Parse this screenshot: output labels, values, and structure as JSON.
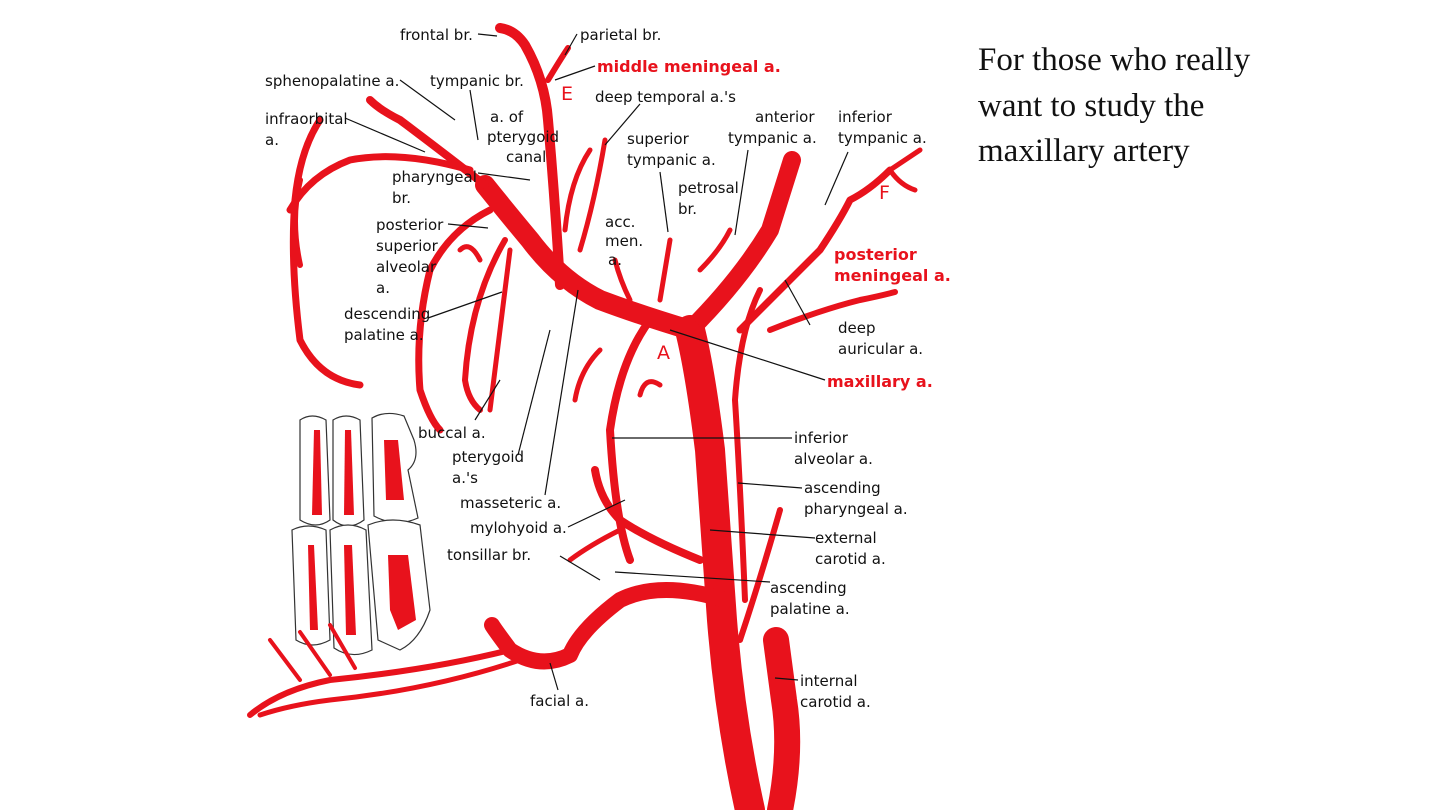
{
  "side_text": "For those who really want to study the maxillary artery",
  "colors": {
    "artery": "#e8121c",
    "label": "#111111",
    "background": "#ffffff"
  },
  "labels": {
    "frontal_br": "frontal br.",
    "parietal_br": "parietal br.",
    "middle_meningeal": "middle meningeal a.",
    "sphenopalatine": "sphenopalatine a.",
    "tympanic_br": "tympanic br.",
    "deep_temporal": "deep temporal a.'s",
    "infraorbital_1": "infraorbital",
    "infraorbital_2": "a.",
    "pterygoid_canal_1": "a. of",
    "pterygoid_canal_2": "pterygoid",
    "pterygoid_canal_3": "canal",
    "superior_tympanic_1": "superior",
    "superior_tympanic_2": "tympanic a.",
    "anterior_tympanic_1": "anterior",
    "anterior_tympanic_2": "tympanic a.",
    "inferior_tympanic_1": "inferior",
    "inferior_tympanic_2": "tympanic a.",
    "pharyngeal_br_1": "pharyngeal",
    "pharyngeal_br_2": "br.",
    "petrosal_br_1": "petrosal",
    "petrosal_br_2": "br.",
    "psa_1": "posterior",
    "psa_2": "superior",
    "psa_3": "alveolar",
    "psa_4": "a.",
    "acc_men_1": "acc.",
    "acc_men_2": "men.",
    "acc_men_3": "a.",
    "posterior_meningeal_1": "posterior",
    "posterior_meningeal_2": "meningeal a.",
    "descending_palatine_1": "descending",
    "descending_palatine_2": "palatine a.",
    "deep_auricular_1": "deep",
    "deep_auricular_2": "auricular a.",
    "maxillary": "maxillary a.",
    "buccal": "buccal a.",
    "pterygoid_1": "pterygoid",
    "pterygoid_2": "a.'s",
    "inferior_alveolar_1": "inferior",
    "inferior_alveolar_2": "alveolar a.",
    "masseteric": "masseteric a.",
    "ascending_pharyngeal_1": "ascending",
    "ascending_pharyngeal_2": "pharyngeal a.",
    "mylohyoid": "mylohyoid a.",
    "external_carotid_1": "external",
    "external_carotid_2": "carotid a.",
    "tonsillar": "tonsillar br.",
    "ascending_palatine_1": "ascending",
    "ascending_palatine_2": "palatine a.",
    "internal_carotid_1": "internal",
    "internal_carotid_2": "carotid a.",
    "facial": "facial a."
  },
  "letters": {
    "a": "A",
    "e": "E",
    "f": "F"
  }
}
